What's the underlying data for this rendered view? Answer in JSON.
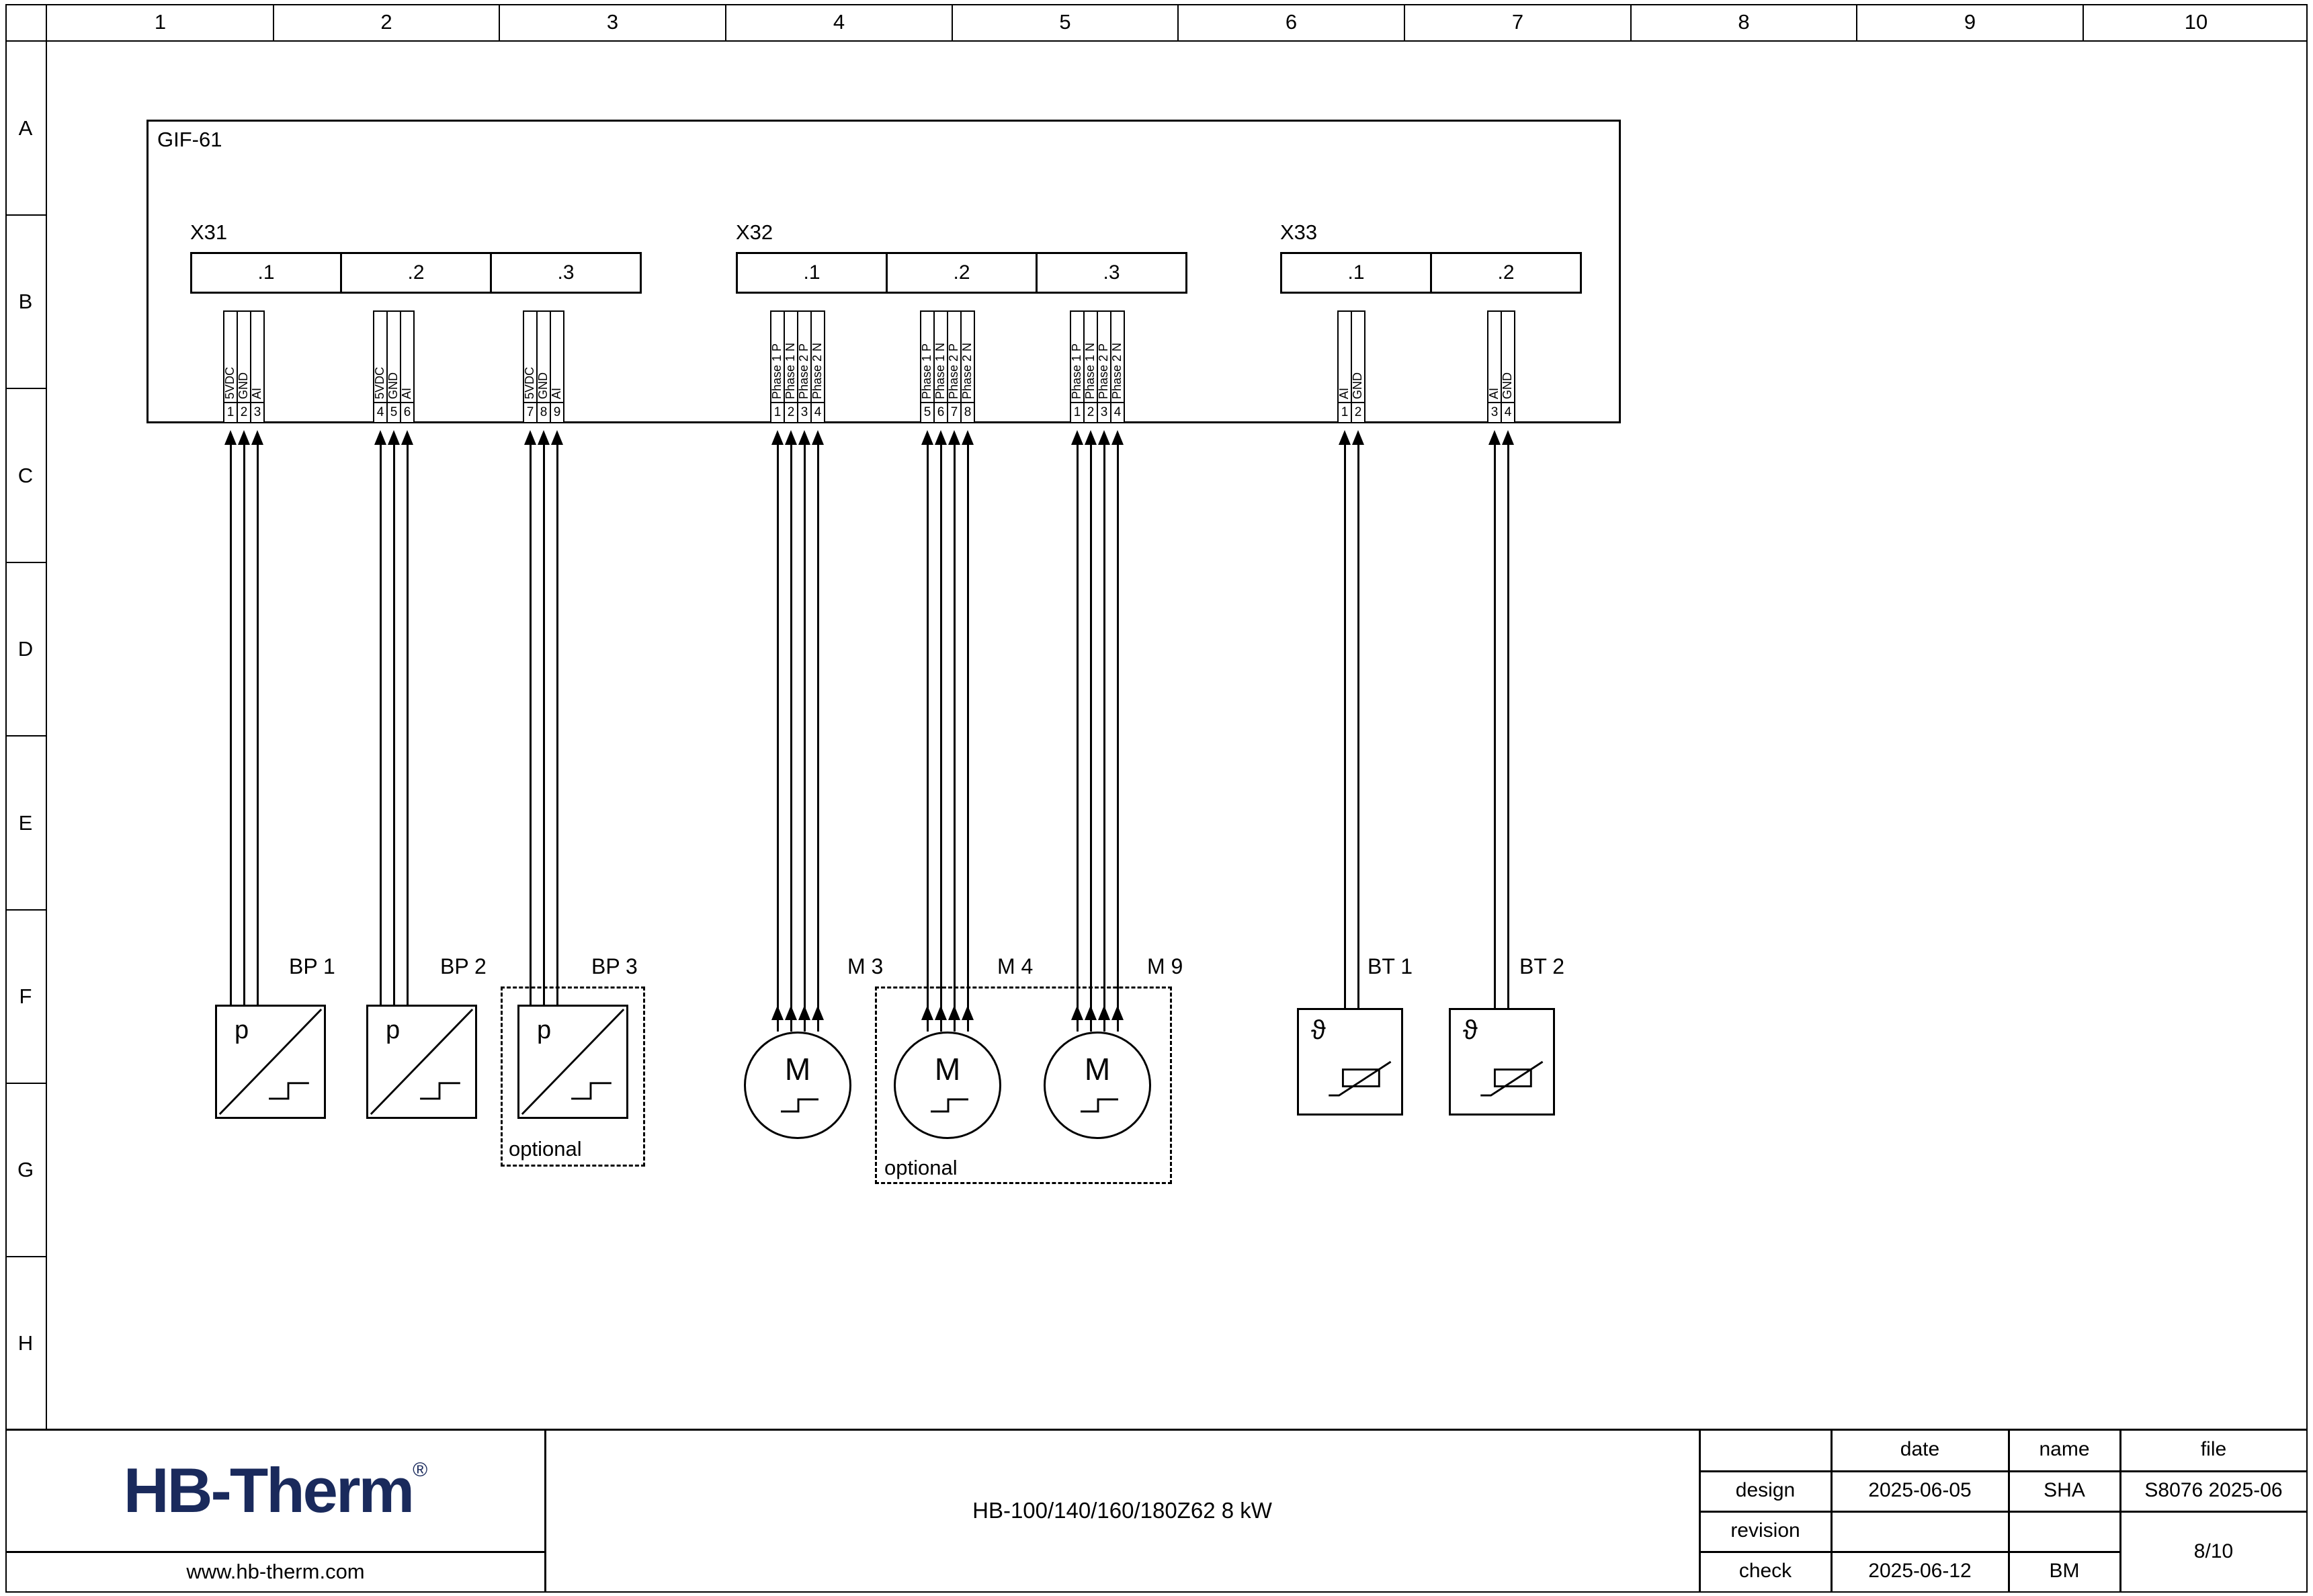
{
  "frame": {
    "columns": [
      "1",
      "2",
      "3",
      "4",
      "5",
      "6",
      "7",
      "8",
      "9",
      "10"
    ],
    "rows": [
      "A",
      "B",
      "C",
      "D",
      "E",
      "F",
      "G",
      "H"
    ]
  },
  "diagram": {
    "box_label": "GIF-61",
    "connectors": [
      {
        "name": "X31",
        "groups": [
          {
            "label": ".1",
            "pins": [
              {
                "num": "1",
                "label": "5VDC"
              },
              {
                "num": "2",
                "label": "GND"
              },
              {
                "num": "3",
                "label": "AI"
              }
            ]
          },
          {
            "label": ".2",
            "pins": [
              {
                "num": "4",
                "label": "5VDC"
              },
              {
                "num": "5",
                "label": "GND"
              },
              {
                "num": "6",
                "label": "AI"
              }
            ]
          },
          {
            "label": ".3",
            "pins": [
              {
                "num": "7",
                "label": "5VDC"
              },
              {
                "num": "8",
                "label": "GND"
              },
              {
                "num": "9",
                "label": "AI"
              }
            ]
          }
        ]
      },
      {
        "name": "X32",
        "groups": [
          {
            "label": ".1",
            "pins": [
              {
                "num": "1",
                "label": "Phase 1 P"
              },
              {
                "num": "2",
                "label": "Phase 1 N"
              },
              {
                "num": "3",
                "label": "Phase 2 P"
              },
              {
                "num": "4",
                "label": "Phase 2 N"
              }
            ]
          },
          {
            "label": ".2",
            "pins": [
              {
                "num": "5",
                "label": "Phase 1 P"
              },
              {
                "num": "6",
                "label": "Phase 1 N"
              },
              {
                "num": "7",
                "label": "Phase 2 P"
              },
              {
                "num": "8",
                "label": "Phase 2 N"
              }
            ]
          },
          {
            "label": ".3",
            "pins": [
              {
                "num": "1",
                "label": "Phase 1 P"
              },
              {
                "num": "2",
                "label": "Phase 1 N"
              },
              {
                "num": "3",
                "label": "Phase 2 P"
              },
              {
                "num": "4",
                "label": "Phase 2 N"
              }
            ]
          }
        ]
      },
      {
        "name": "X33",
        "groups": [
          {
            "label": ".1",
            "pins": [
              {
                "num": "1",
                "label": "AI"
              },
              {
                "num": "2",
                "label": "GND"
              }
            ]
          },
          {
            "label": ".2",
            "pins": [
              {
                "num": "3",
                "label": "AI"
              },
              {
                "num": "4",
                "label": "GND"
              }
            ]
          }
        ]
      }
    ],
    "devices": {
      "pressure_sensors": [
        {
          "label": "BP 1",
          "symbol": "p"
        },
        {
          "label": "BP 2",
          "symbol": "p"
        },
        {
          "label": "BP 3",
          "symbol": "p",
          "optional": true
        }
      ],
      "motors": [
        {
          "label": "M 3",
          "symbol": "M"
        },
        {
          "label": "M 4",
          "symbol": "M",
          "optional": true
        },
        {
          "label": "M 9",
          "symbol": "M",
          "optional": true
        }
      ],
      "temp_sensors": [
        {
          "label": "BT 1",
          "symbol": "ϑ"
        },
        {
          "label": "BT 2",
          "symbol": "ϑ"
        }
      ],
      "optional_label": "optional",
      "symbols": {
        "plug_connector": "triangle-up",
        "thermistor": "crossed-resistor",
        "signal_step": "step-line"
      }
    }
  },
  "title_block": {
    "logo": "HB-Therm",
    "logo_reg": "®",
    "logo_color": "#1a2a5c",
    "website": "www.hb-therm.com",
    "title": "HB-100/140/160/180Z62 8 kW",
    "table": {
      "headers": {
        "date": "date",
        "name": "name",
        "file": "file"
      },
      "rows": [
        {
          "label": "design",
          "date": "2025-06-05",
          "name": "SHA",
          "file": "S8076 2025-06"
        },
        {
          "label": "revision",
          "date": "",
          "name": "",
          "file": ""
        },
        {
          "label": "check",
          "date": "2025-06-12",
          "name": "BM",
          "file": ""
        }
      ],
      "page": "8/10"
    }
  }
}
